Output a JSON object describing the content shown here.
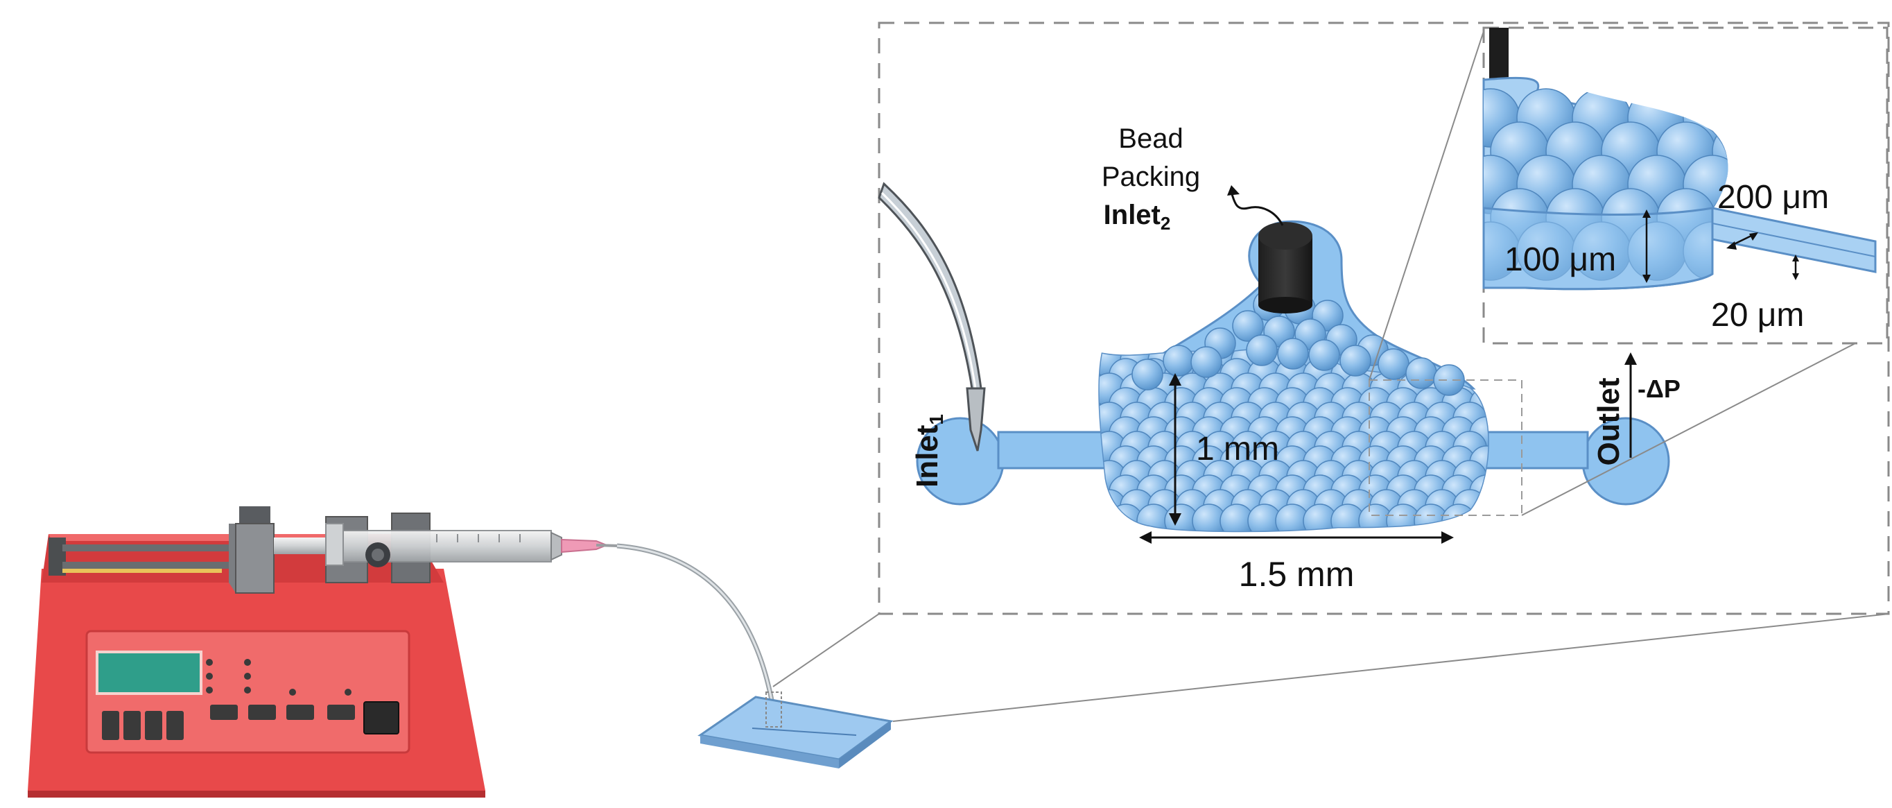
{
  "labels": {
    "bead_line1": "Bead",
    "bead_line2": "Packing",
    "inlet2_main": "Inlet",
    "inlet2_sub": "2",
    "inlet1_main": "Inlet",
    "inlet1_sub": "1",
    "outlet": "Outlet",
    "delta_p": "-ΔP",
    "height_1mm": "1 mm",
    "width_15mm": "1.5 mm",
    "dim_200um": "200 μm",
    "dim_100um": "100 μm",
    "dim_20um": "20 μm"
  },
  "colors": {
    "pump_body": "#e8494a",
    "pump_top": "#d23b3d",
    "lcd": "#2f9e8a",
    "channel_fill": "#8fc3ef",
    "bead_fill": "#7fb6e6",
    "chip": "#9ec9f0",
    "dashed_frame": "#8a8a8a",
    "tubing": "#aab0b5",
    "needle": "#ef9ab6"
  },
  "icons": {
    "pump": "syringe-pump-icon",
    "chip": "microfluidic-chip-icon",
    "needle": "inlet-needle-icon",
    "plug": "bead-inlet-plug-icon"
  }
}
